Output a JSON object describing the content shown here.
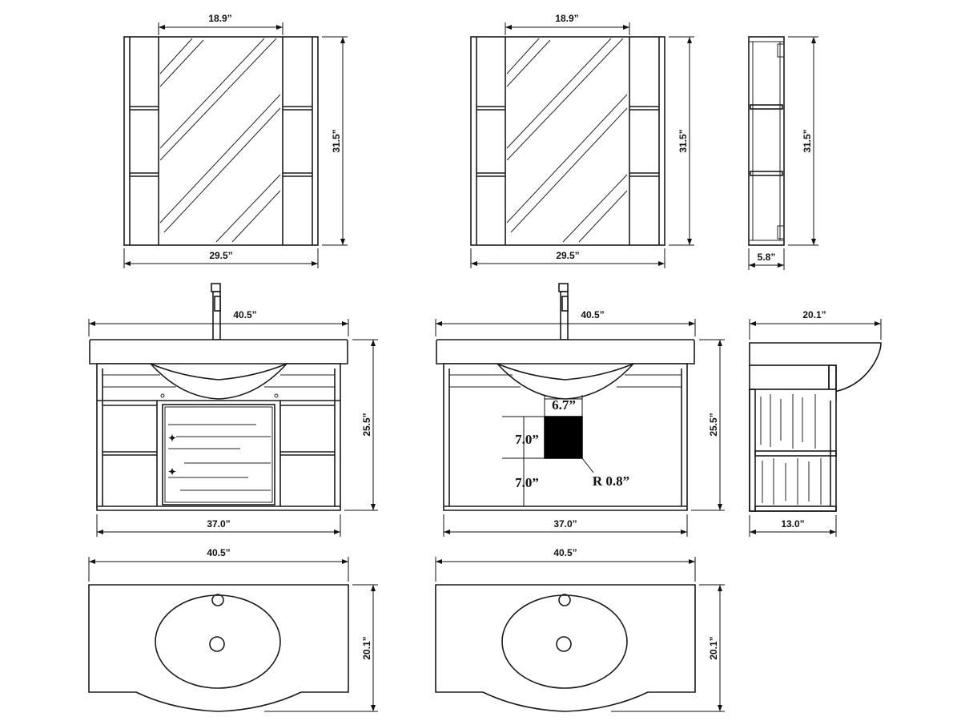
{
  "dimensions": {
    "mirror_front_width": "18.9”",
    "mirror_front_total_width": "29.5”",
    "mirror_front_height": "31.5”",
    "mirror_back_width": "18.9”",
    "mirror_back_total_width": "29.5”",
    "mirror_back_height": "31.5”",
    "mirror_side_height": "31.5”",
    "mirror_side_depth": "5.8”",
    "vanity_front_top_width": "40.5”",
    "vanity_front_height": "25.5”",
    "vanity_front_cabinet_width": "37.0”",
    "vanity_back_top_width": "40.5”",
    "vanity_back_height": "25.5”",
    "vanity_back_cabinet_width": "37.0”",
    "cutout_width": "6.7”",
    "cutout_height": "7.0”",
    "cutout_from_bottom": "7.0”",
    "cutout_radius": "R 0.8”",
    "vanity_side_top_depth": "20.1”",
    "vanity_side_cabinet_depth": "13.0”",
    "top_left_width": "40.5”",
    "top_left_depth": "20.1”",
    "top_right_width": "40.5”",
    "top_right_depth": "20.1”"
  }
}
